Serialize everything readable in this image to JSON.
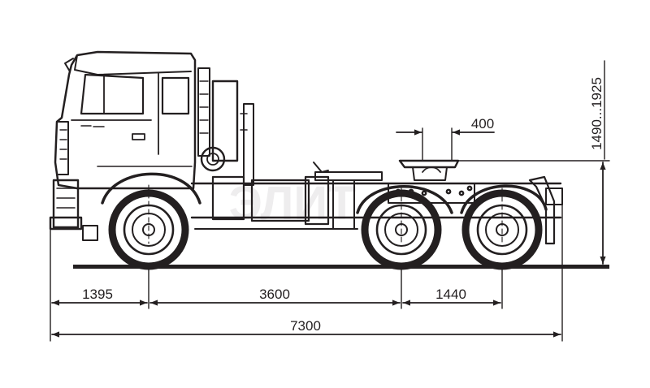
{
  "colors": {
    "ink": "#231f20",
    "background": "#ffffff"
  },
  "dimensions": {
    "front_overhang": "1395",
    "wheelbase_front": "3600",
    "wheelbase_rear": "1440",
    "overall_length": "7300",
    "fifth_wheel_offset": "400",
    "fifth_wheel_height": "1490...1925"
  },
  "watermark": "ЭЛИТ"
}
